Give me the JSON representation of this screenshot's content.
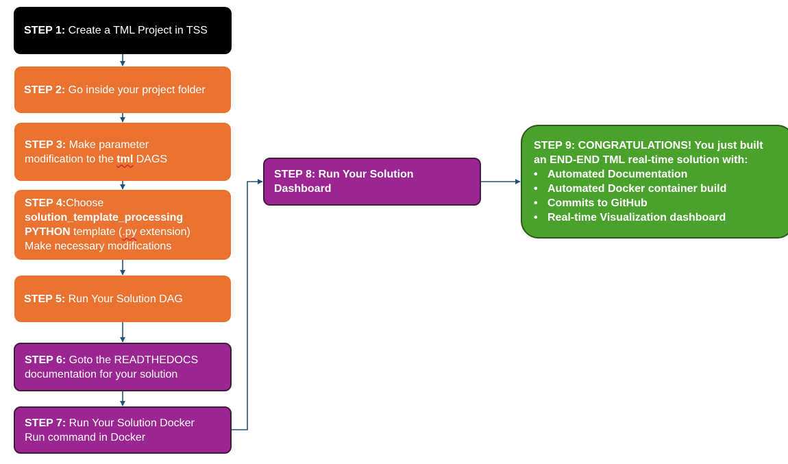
{
  "colors": {
    "black": "#000000",
    "orange": "#ea7331",
    "purple": "#9b2591",
    "green": "#4aa12c",
    "connector": "#1f5478"
  },
  "step1": {
    "label": "STEP 1:",
    "text": "Create a TML Project in TSS"
  },
  "step2": {
    "label": "STEP 2:",
    "text": "Go inside your project folder"
  },
  "step3": {
    "label": "STEP 3:",
    "text1": "Make parameter",
    "text2": "modification to the ",
    "keyword": "tml",
    "text3": " DAGS"
  },
  "step4": {
    "label": "STEP 4:",
    "text1": "Choose",
    "template_name": "solution_template_processing",
    "language": "PYTHON",
    "text2": " template (",
    "ext": ".py",
    "text3": " extension)",
    "text4": "Make necessary modifications"
  },
  "step5": {
    "label": "STEP 5:",
    "text": "Run Your Solution DAG"
  },
  "step6": {
    "label": "STEP 6:",
    "text1": "Goto the READTHEDOCS",
    "text2": "documentation for your solution"
  },
  "step7": {
    "label": "STEP 7:",
    "text1": "Run Your Solution Docker",
    "text2": "Run command in Docker"
  },
  "step8": {
    "label": "STEP 8:",
    "text1": "Run Your Solution",
    "text2": "Dashboard"
  },
  "step9": {
    "label": "STEP 9:",
    "text1": "CONGRATULATIONS! You just built",
    "text2": "an END-END TML real-time solution with:",
    "items": [
      "Automated Documentation",
      "Automated Docker container build",
      "Commits to GitHub",
      "Real-time Visualization dashboard"
    ]
  }
}
